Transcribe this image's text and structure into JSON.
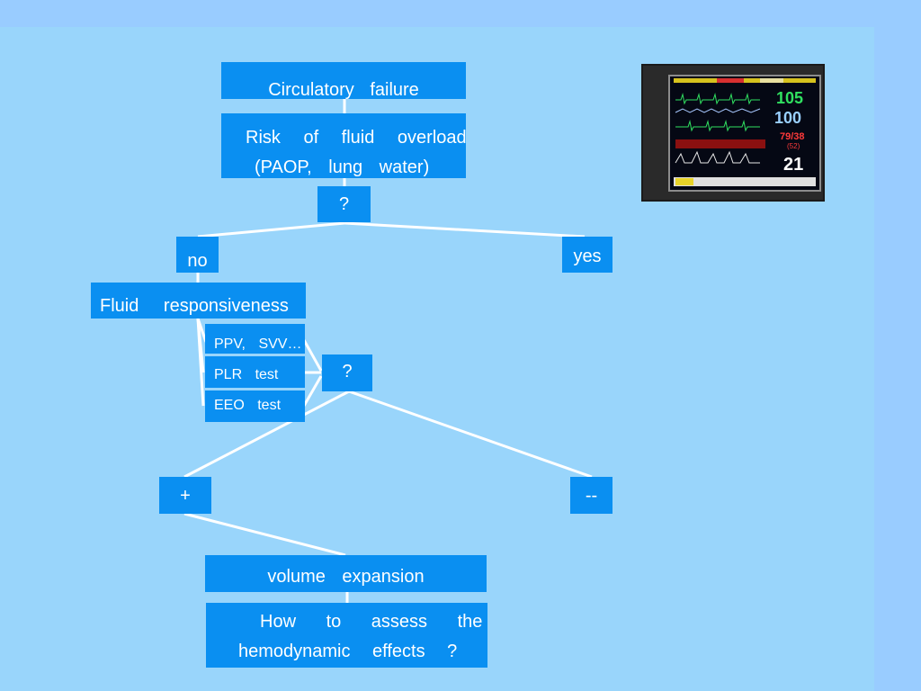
{
  "nodes": {
    "circulatory_failure": "Circulatory failure",
    "risk_line1": "Risk of fluid overload",
    "risk_line2": "(PAOP, lung water)",
    "question_top": "?",
    "no": "no",
    "yes": "yes",
    "fluid_responsiveness": "Fluid responsiveness",
    "ppv_svv": "PPV, SVV…",
    "plr_test": "PLR test",
    "eeo_test": "EEO test",
    "question_mid": "?",
    "plus": "+",
    "minus": "--",
    "volume_expansion": "volume expansion",
    "assess_line1": "How to assess the",
    "assess_line2": "hemodynamic effects ?"
  },
  "monitor": {
    "hr": "105",
    "spo2": "100",
    "bp": "79/38",
    "map": "(52)",
    "rr": "21"
  },
  "colors": {
    "background": "#99ccff",
    "slide": "#99d5fb",
    "box": "#0a8ff1",
    "text": "#ffffff",
    "connector": "#ffffff"
  }
}
